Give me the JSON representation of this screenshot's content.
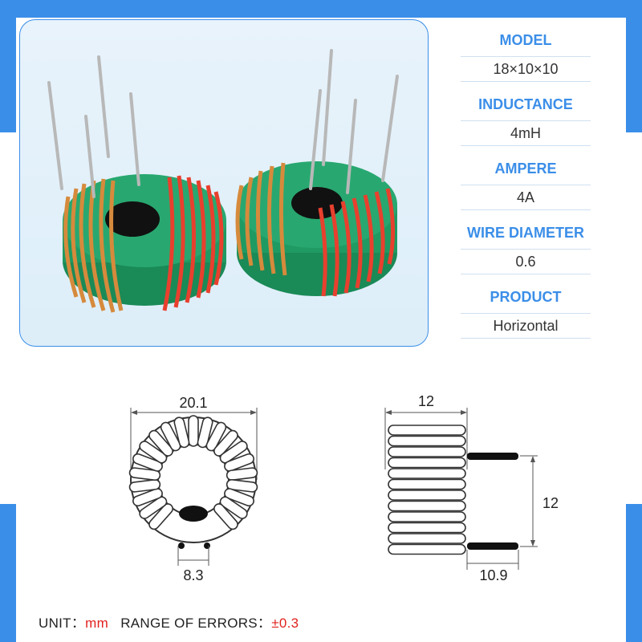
{
  "specs": [
    {
      "label": "MODEL",
      "value": "18×10×10"
    },
    {
      "label": "INDUCTANCE",
      "value": "4mH"
    },
    {
      "label": "AMPERE",
      "value": "4A"
    },
    {
      "label": "WIRE DIAMETER",
      "value": "0.6"
    },
    {
      "label": "PRODUCT",
      "value": "Horizontal"
    }
  ],
  "dimensions": {
    "outer_diameter": "20.1",
    "pin_spacing": "8.3",
    "side_width": "12",
    "side_height": "12",
    "pin_length": "10.9"
  },
  "footer": {
    "unit_label": "UNIT：",
    "unit_value": "mm",
    "range_label": "RANGE OF ERRORS：",
    "range_value": "±0.3"
  },
  "colors": {
    "accent": "#3b8ee8",
    "core": "#1f9a63",
    "wire_copper": "#e0a050",
    "wire_red": "#e8402e"
  }
}
